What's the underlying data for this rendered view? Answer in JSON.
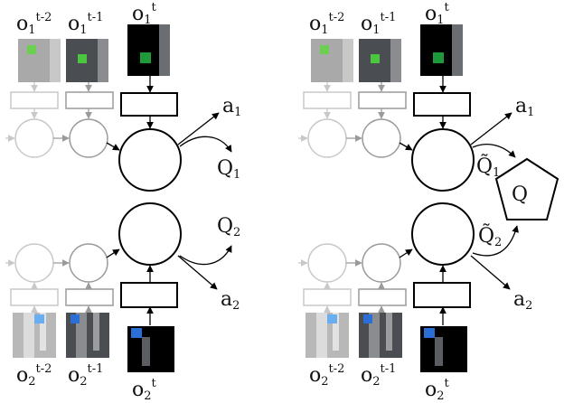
{
  "panels": [
    {
      "id": "left",
      "top_observations": [
        {
          "base": "o",
          "sub": "1",
          "sup": "t-2"
        },
        {
          "base": "o",
          "sub": "1",
          "sup": "t-1"
        },
        {
          "base": "o",
          "sub": "1",
          "sup": "t"
        }
      ],
      "bottom_observations": [
        {
          "base": "o",
          "sub": "2",
          "sup": "t-2"
        },
        {
          "base": "o",
          "sub": "2",
          "sup": "t-1"
        },
        {
          "base": "o",
          "sub": "2",
          "sup": "t"
        }
      ],
      "outputs": {
        "a1": {
          "base": "a",
          "sub": "1"
        },
        "a2": {
          "base": "a",
          "sub": "2"
        },
        "q1": {
          "base": "Q",
          "sub": "1"
        },
        "q2": {
          "base": "Q",
          "sub": "2"
        }
      }
    },
    {
      "id": "right",
      "top_observations": [
        {
          "base": "o",
          "sub": "1",
          "sup": "t-2"
        },
        {
          "base": "o",
          "sub": "1",
          "sup": "t-1"
        },
        {
          "base": "o",
          "sub": "1",
          "sup": "t"
        }
      ],
      "bottom_observations": [
        {
          "base": "o",
          "sub": "2",
          "sup": "t-2"
        },
        {
          "base": "o",
          "sub": "2",
          "sup": "t-1"
        },
        {
          "base": "o",
          "sub": "2",
          "sup": "t"
        }
      ],
      "outputs": {
        "a1": {
          "base": "a",
          "sub": "1"
        },
        "a2": {
          "base": "a",
          "sub": "2"
        },
        "q1": {
          "base": "Q̃",
          "sub": "1"
        },
        "q2": {
          "base": "Q̃",
          "sub": "2"
        }
      },
      "mixer": {
        "label": "Q"
      }
    }
  ],
  "colors": {
    "line": "#000000",
    "faded_light": "#c8c8c8",
    "faded_mid": "#9a9a9a",
    "frame_black": "#000000",
    "frame_dark_gray": "#4a4d52",
    "frame_light_gray": "#a9a9a9",
    "agent_green": "#1f9a3a",
    "agent_green_light": "#6ccf52",
    "agent_blue": "#2b6fd6",
    "agent_blue_light": "#68aef0"
  }
}
